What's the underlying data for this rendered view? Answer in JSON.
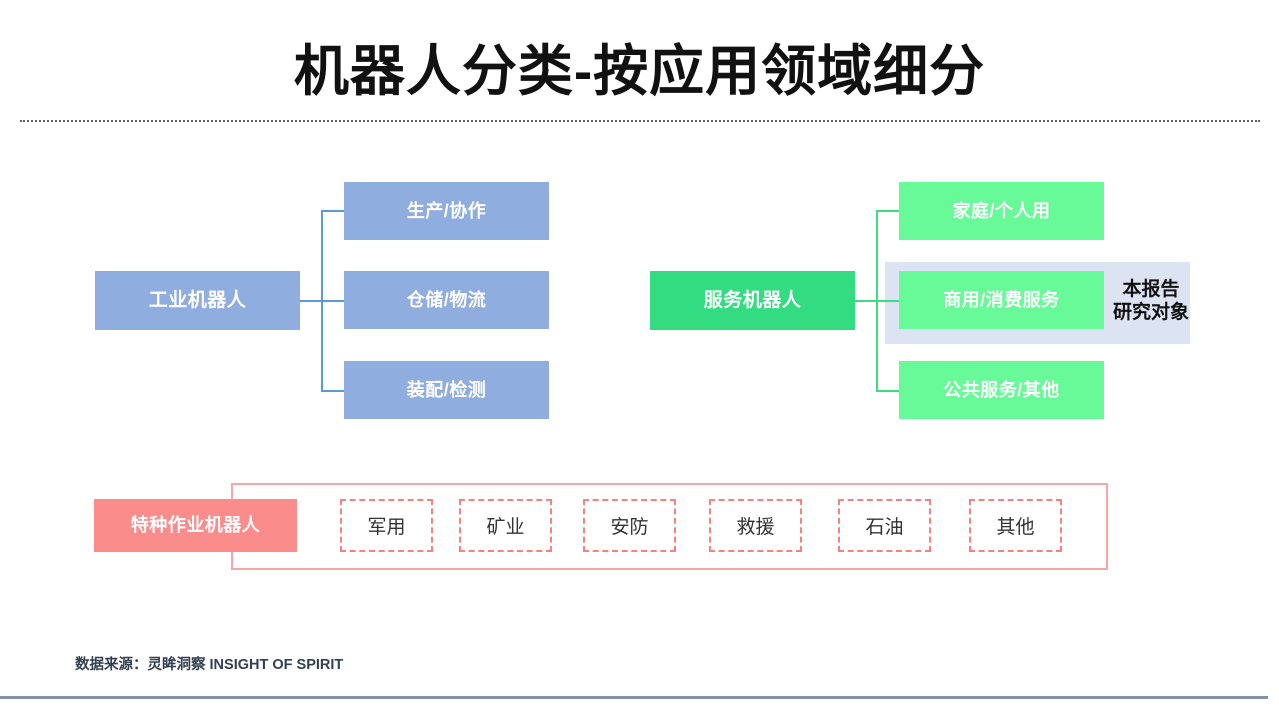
{
  "slide": {
    "title": "机器人分类-按应用领域细分",
    "source_note": "数据来源：灵眸洞察 INSIGHT OF SPIRIT"
  },
  "branches": {
    "industrial": {
      "parent_label": "工业机器人",
      "color": "#8FADDE",
      "connector_color": "#5B9BD5",
      "children": [
        {
          "label": "生产/协作"
        },
        {
          "label": "仓储/物流"
        },
        {
          "label": "装配/检测"
        }
      ]
    },
    "service": {
      "parent_label": "服务机器人",
      "color": "#33DC80",
      "child_color": "#68F998",
      "connector_color": "#3EDC82",
      "children": [
        {
          "label": "家庭/个人用"
        },
        {
          "label": "商用/消费服务"
        },
        {
          "label": "公共服务/其他"
        }
      ],
      "highlight": {
        "panel_color": "#DCE3F2",
        "line1": "本报告",
        "line2": "研究对象"
      }
    },
    "special": {
      "parent_label": "特种作业机器人",
      "color": "#FA8C8C",
      "border_color": "#F6A6A6",
      "chip_border_color": "#F4827F",
      "chips": [
        {
          "label": "军用"
        },
        {
          "label": "矿业"
        },
        {
          "label": "安防"
        },
        {
          "label": "救援"
        },
        {
          "label": "石油"
        },
        {
          "label": "其他"
        }
      ]
    }
  }
}
